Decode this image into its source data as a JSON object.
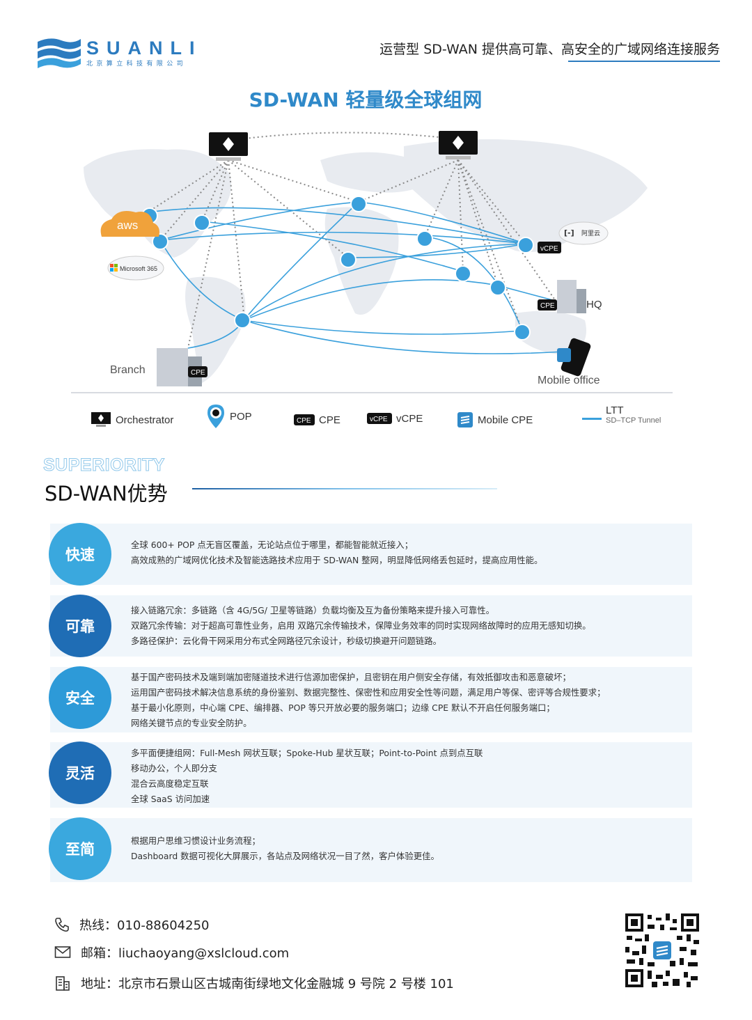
{
  "header": {
    "brand": "SUANLI",
    "brand_sub": "北京算立科技有限公司",
    "slogan": "运营型 SD-WAN 提供高可靠、高安全的广域网络连接服务"
  },
  "title": "SD-WAN 轻量级全球组网",
  "map": {
    "labels": {
      "aws": "aws",
      "microsoft": "Microsoft 365",
      "aliyun": "阿里云",
      "hq": "HQ",
      "branch": "Branch",
      "mobile_office": "Mobile office",
      "cpe_tag": "CPE",
      "vcpe_tag": "vCPE"
    }
  },
  "legend": {
    "orchestrator": "Orchestrator",
    "pop": "POP",
    "cpe": "CPE",
    "vcpe": "vCPE",
    "mobile_cpe": "Mobile CPE",
    "ltt": "LTT",
    "ltt_sub": "SD–TCP Tunnel"
  },
  "superiority": {
    "en": "SUPERIORITY",
    "zh": "SD-WAN优势"
  },
  "features": [
    {
      "label": "快速",
      "color": "#3aa8de",
      "lines": [
        "全球 600+ POP 点无盲区覆盖，无论站点位于哪里，都能智能就近接入；",
        "高效成熟的广域网优化技术及智能选路技术应用于 SD-WAN 整网，明显降低网络丢包延时，提高应用性能。"
      ]
    },
    {
      "label": "可靠",
      "color": "#1f6db5",
      "lines": [
        "接入链路冗余：多链路（含 4G/5G/ 卫星等链路）负载均衡及互为备份策略来提升接入可靠性。",
        "双路冗余传输：对于超高可靠性业务，启用 双路冗余传输技术，保障业务效率的同时实现网络故障时的应用无感知切换。",
        "多路径保护：云化骨干网采用分布式全网路径冗余设计，秒级切换避开问题链路。"
      ]
    },
    {
      "label": "安全",
      "color": "#2d9ad8",
      "lines": [
        "基于国产密码技术及端到端加密隧道技术进行信源加密保护，且密钥在用户侧安全存储，有效抵御攻击和恶意破坏；",
        "运用国产密码技术解决信息系统的身份鉴别、数据完整性、保密性和应用安全性等问题，满足用户等保、密评等合规性要求；",
        "基于最小化原则，中心端 CPE、编排器、POP 等只开放必要的服务端口；边缘 CPE 默认不开启任何服务端口；",
        "网络关键节点的专业安全防护。"
      ]
    },
    {
      "label": "灵活",
      "color": "#1f6db5",
      "lines": [
        "多平面便捷组网：Full-Mesh 网状互联；Spoke-Hub 星状互联；Point-to-Point 点到点互联",
        "移动办公，个人即分支",
        "混合云高度稳定互联",
        "全球 SaaS 访问加速"
      ]
    },
    {
      "label": "至简",
      "color": "#3aa8de",
      "lines": [
        "根据用户思维习惯设计业务流程；",
        "Dashboard 数据可视化大屏展示，各站点及网络状况一目了然，客户体验更佳。"
      ]
    }
  ],
  "contact": {
    "hotline": "热线：010-88604250",
    "email": "邮箱：liuchaoyang@xslcloud.com",
    "address": "地址：北京市石景山区古城南街绿地文化金融城 9 号院 2 号楼 101"
  },
  "colors": {
    "brand": "#2c7bbf",
    "accent": "#3aa0dc",
    "row_bg": "#f0f6fb"
  }
}
